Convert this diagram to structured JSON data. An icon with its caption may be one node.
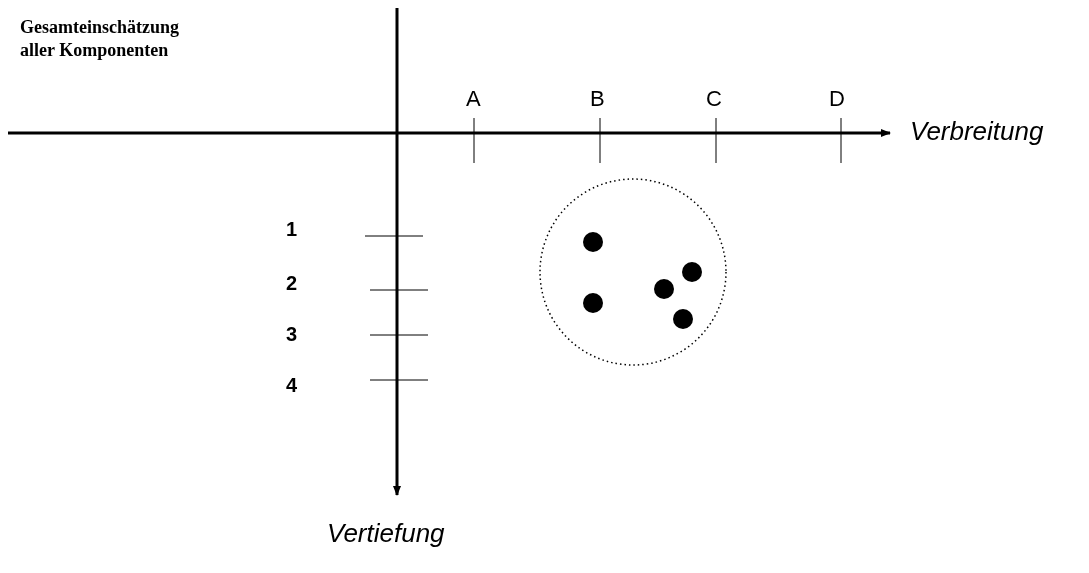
{
  "diagram": {
    "title": "Gesamteinschätzung aller Komponenten",
    "labels": [
      "A",
      "B",
      "C",
      "D",
      "Verbreitung",
      "1",
      "2",
      "3",
      "4",
      "Vertiefung"
    ]
  }
}
